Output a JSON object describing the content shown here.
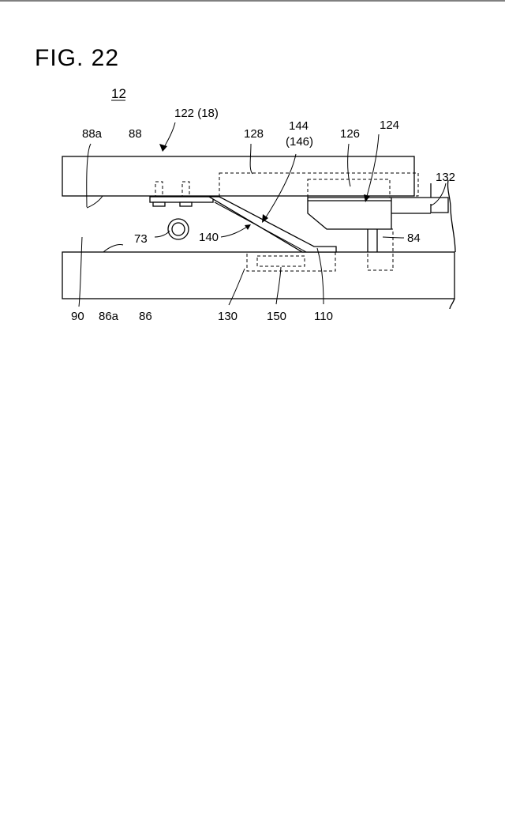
{
  "figure": {
    "title": "FIG. 22",
    "ref_number": "12"
  },
  "labels": {
    "l88a": "88a",
    "l88": "88",
    "l122": "122 (18)",
    "l128": "128",
    "l144": "144",
    "l146": "(146)",
    "l126": "126",
    "l124": "124",
    "l132": "132",
    "l73": "73",
    "l140": "140",
    "l84": "84",
    "l90": "90",
    "l86a": "86a",
    "l86": "86",
    "l130": "130",
    "l150": "150",
    "l110": "110"
  }
}
